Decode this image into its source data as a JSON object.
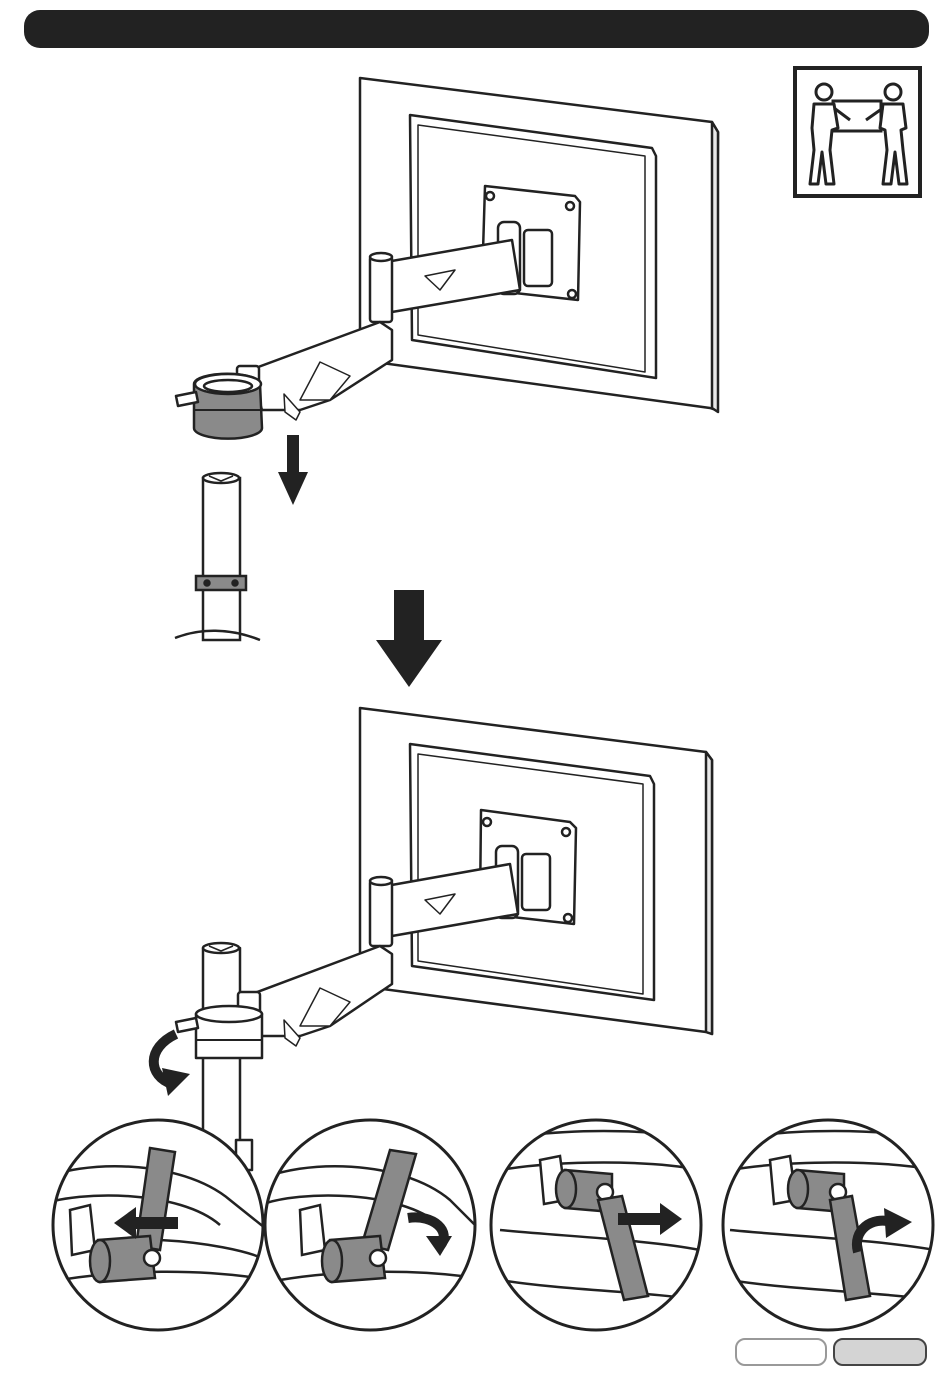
{
  "header": {
    "title": ""
  },
  "icons": {
    "two_person_lift": "two-person-lift-icon",
    "arrow_down": "arrow-down-icon",
    "rotate_arrow": "rotate-arrow-icon",
    "arrow_left": "arrow-left-icon",
    "arrow_right": "arrow-right-icon"
  },
  "steps": [
    {
      "name": "lower-arm-onto-pole"
    },
    {
      "name": "assembled-mount"
    },
    {
      "name": "lever-detail-1",
      "action": "pull-left"
    },
    {
      "name": "lever-detail-2",
      "action": "rotate-down"
    },
    {
      "name": "lever-detail-3",
      "action": "push-right"
    },
    {
      "name": "lever-detail-4",
      "action": "rotate-up"
    }
  ],
  "footer": {
    "tabs": [
      "",
      ""
    ]
  },
  "colors": {
    "ink": "#222222",
    "gray_part": "#8a8a8a",
    "light_gray": "#d4d4d4"
  }
}
